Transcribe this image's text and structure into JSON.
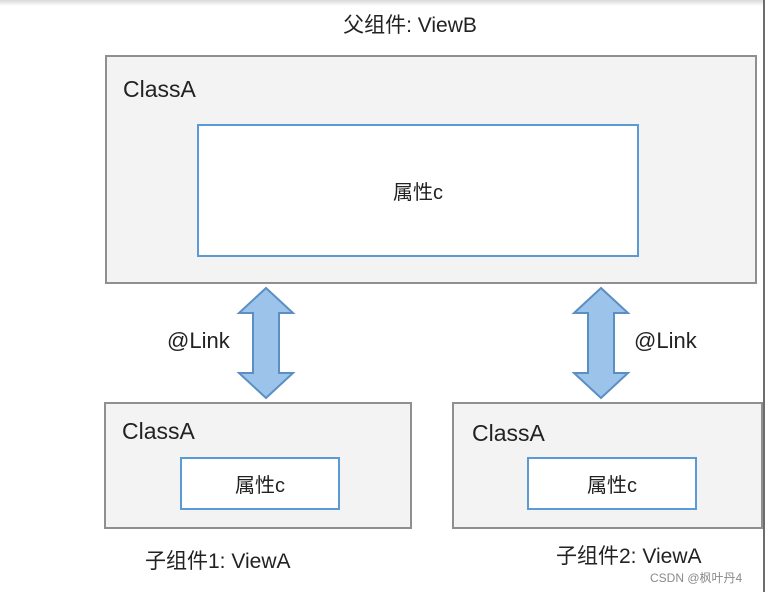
{
  "parent": {
    "title": "父组件: ViewB",
    "class_label": "ClassA",
    "property_label": "属性c"
  },
  "links": [
    {
      "label": "@Link"
    },
    {
      "label": "@Link"
    }
  ],
  "children": [
    {
      "class_label": "ClassA",
      "property_label": "属性c",
      "title": "子组件1: ViewA"
    },
    {
      "class_label": "ClassA",
      "property_label": "属性c",
      "title": "子组件2: ViewA"
    }
  ],
  "watermark": "CSDN @枫叶丹4",
  "colors": {
    "box_fill": "#f3f3f3",
    "box_border": "#8f8f8f",
    "property_border": "#5b9bd5",
    "arrow_fill": "#9cc3ea",
    "arrow_stroke": "#5b8fc4"
  }
}
